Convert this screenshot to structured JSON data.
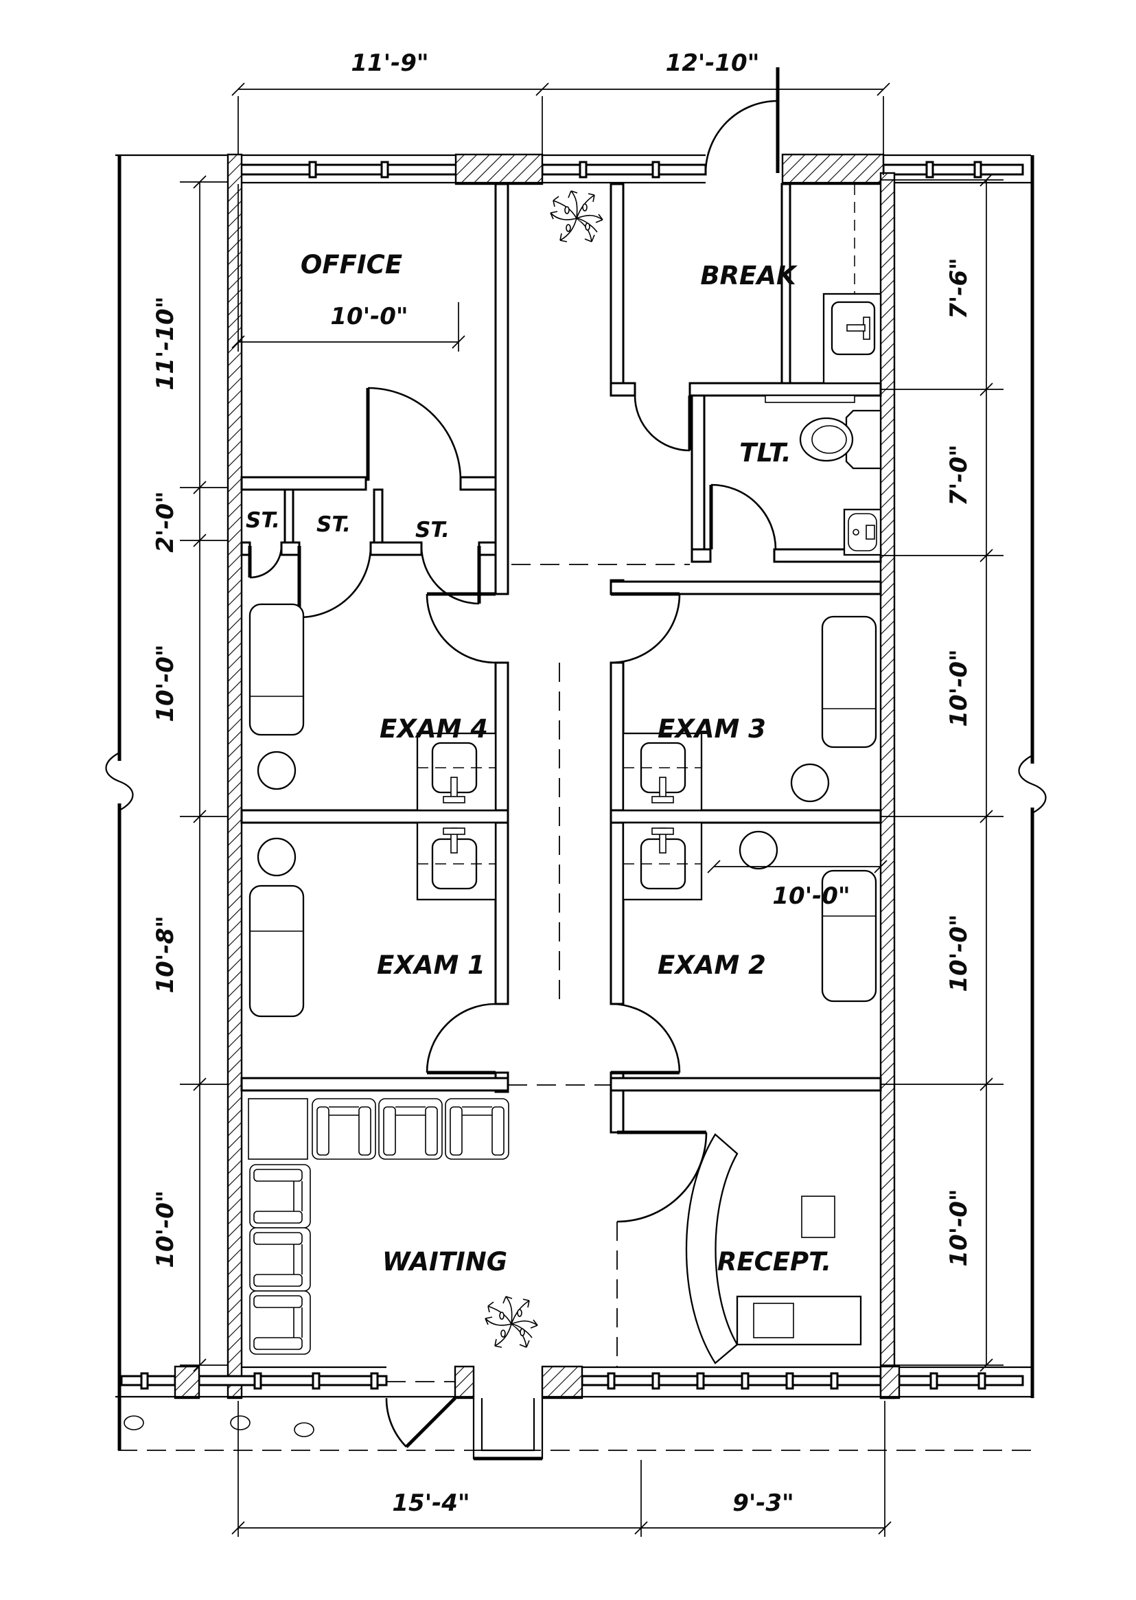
{
  "plan": {
    "rooms": {
      "office": "OFFICE",
      "break": "BREAK",
      "tlt": "TLT.",
      "st1": "ST.",
      "st2": "ST.",
      "st3": "ST.",
      "exam4": "EXAM 4",
      "exam3": "EXAM 3",
      "exam1": "EXAM 1",
      "exam2": "EXAM 2",
      "waiting": "WAITING",
      "recept": "RECEPT."
    },
    "dims": {
      "top1": "11'-9\"",
      "top2": "12'-10\"",
      "left1": "11'-10\"",
      "left2": "2'-0\"",
      "left3": "10'-0\"",
      "left4": "10'-8\"",
      "left5": "10'-0\"",
      "right1": "7'-6\"",
      "right2": "7'-0\"",
      "right3": "10'-0\"",
      "right4": "10'-0\"",
      "right5": "10'-0\"",
      "bottom1": "15'-4\"",
      "bottom2": "9'-3\"",
      "office_window": "10'-0\"",
      "exam2_width": "10'-0\""
    }
  }
}
